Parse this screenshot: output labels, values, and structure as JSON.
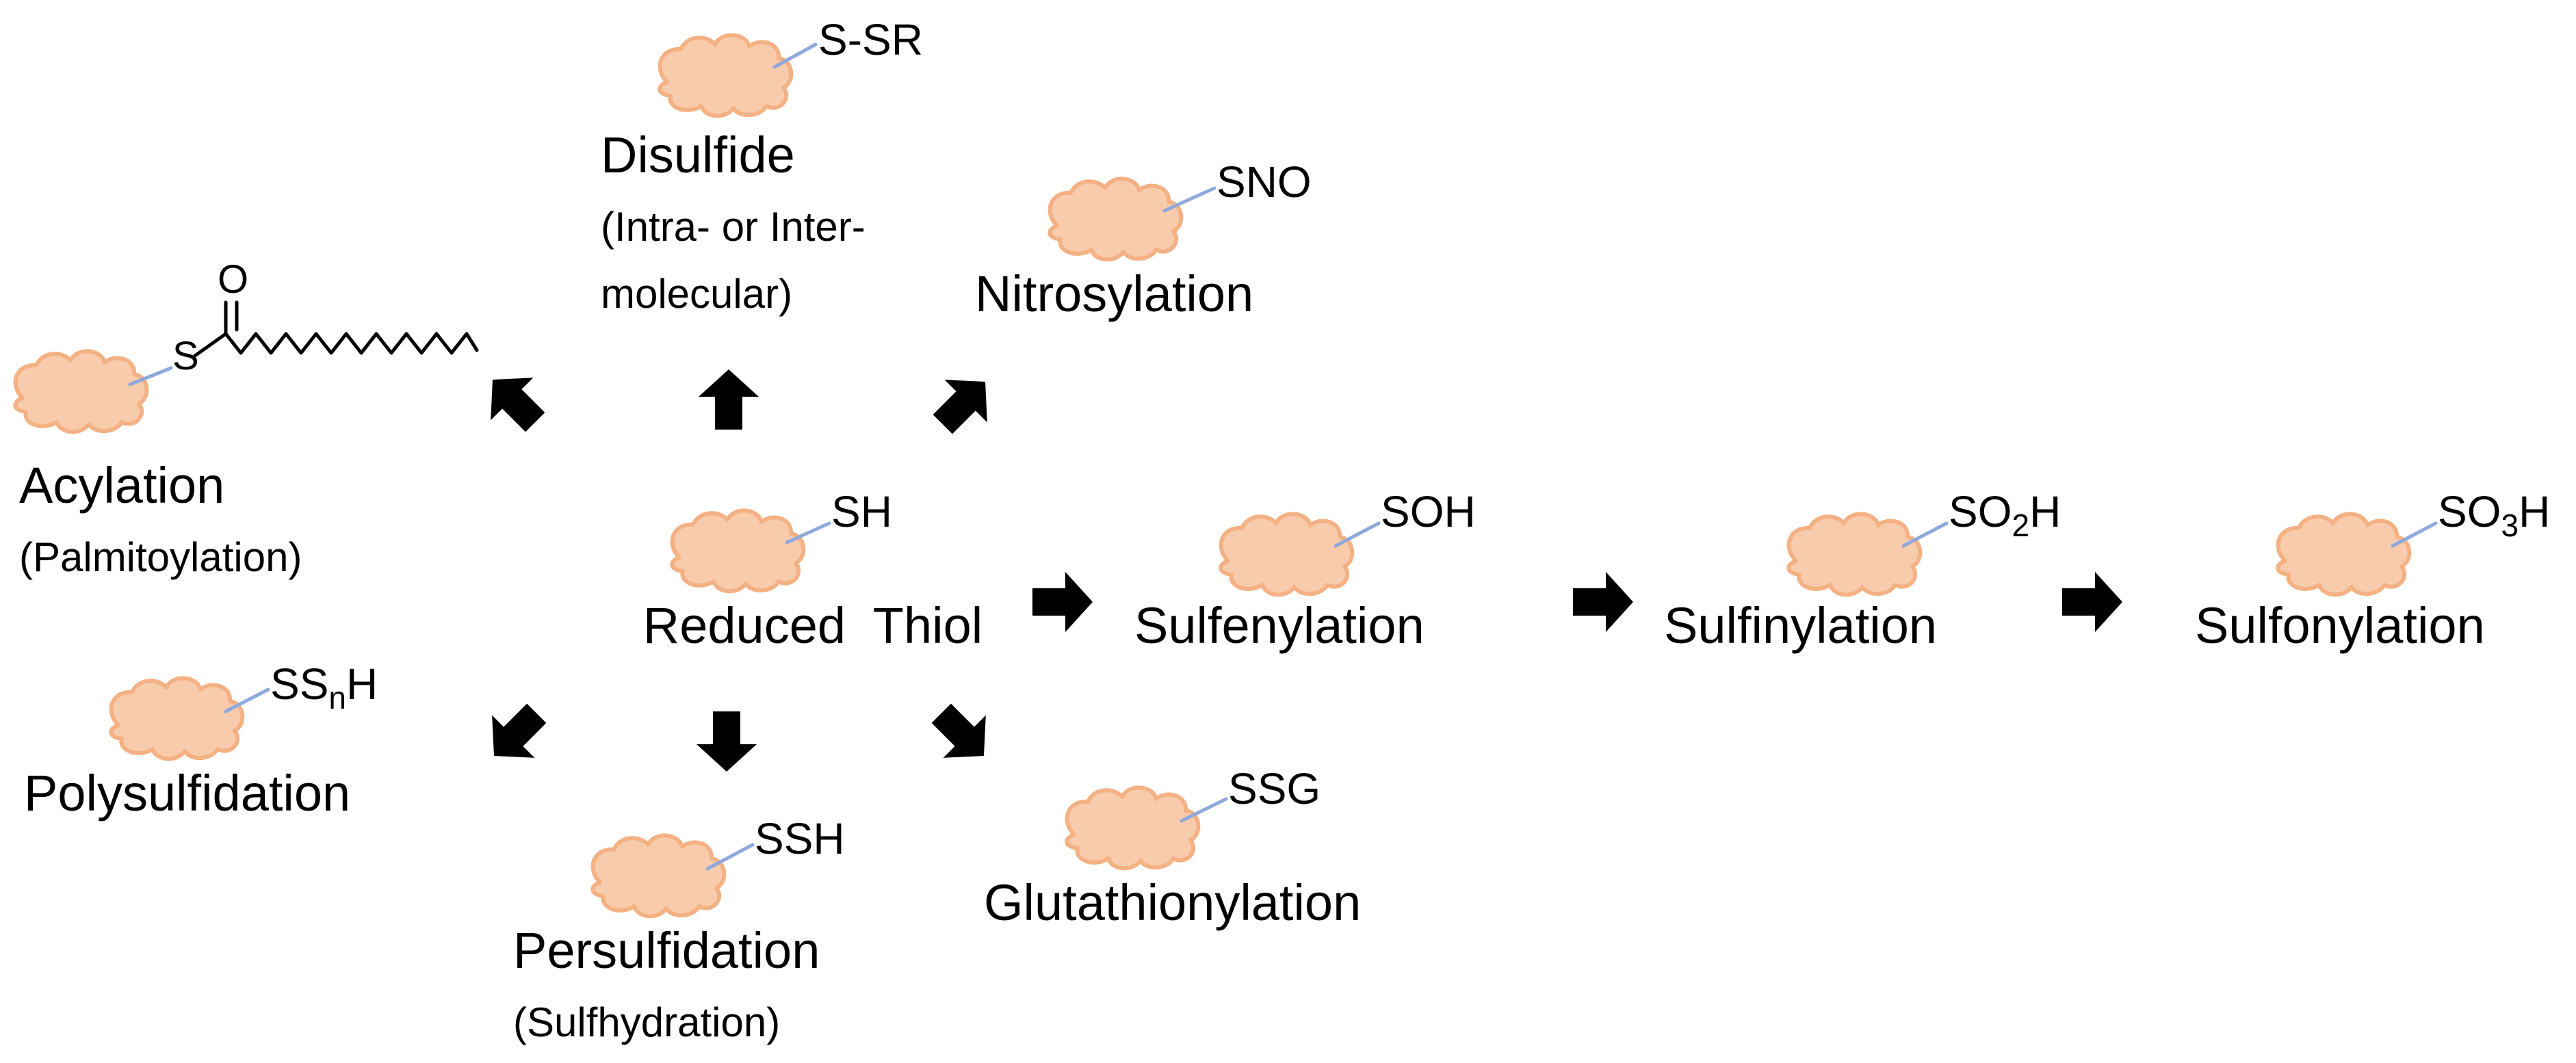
{
  "center": {
    "label": "Reduced  Thiol",
    "group": "SH"
  },
  "modifications": {
    "disulfide": {
      "group": "S-SR",
      "label": "Disulfide",
      "sublabel_line1": "(Intra- or Inter-",
      "sublabel_line2": "molecular)"
    },
    "nitrosylation": {
      "group": "SNO",
      "label": "Nitrosylation"
    },
    "acylation": {
      "atom_o": "O",
      "atom_s": "S",
      "label": "Acylation",
      "sublabel": "(Palmitoylation)"
    },
    "polysulfidation": {
      "group_prefix": "SS",
      "group_subscript": "n",
      "group_suffix": "H",
      "label": "Polysulfidation"
    },
    "persulfidation": {
      "group": "SSH",
      "label": "Persulfidation",
      "sublabel": "(Sulfhydration)"
    },
    "glutathionylation": {
      "group": "SSG",
      "label": "Glutathionylation"
    }
  },
  "oxidation_series": {
    "sulfenylation": {
      "group": "SOH",
      "label": "Sulfenylation"
    },
    "sulfinylation": {
      "group_prefix": "SO",
      "group_subscript": "2",
      "group_suffix": "H",
      "label": "Sulfinylation"
    },
    "sulfonylation": {
      "group_prefix": "SO",
      "group_subscript": "3",
      "group_suffix": "H",
      "label": "Sulfonylation"
    }
  },
  "colors": {
    "protein_fill": "#f8cbad",
    "protein_outline": "#f4b183",
    "linker": "#8fa9dc",
    "arrow": "#000000",
    "text": "#000000"
  },
  "icons": {
    "protein": "protein-blob-icon",
    "arrow": "thick-arrow-icon"
  }
}
